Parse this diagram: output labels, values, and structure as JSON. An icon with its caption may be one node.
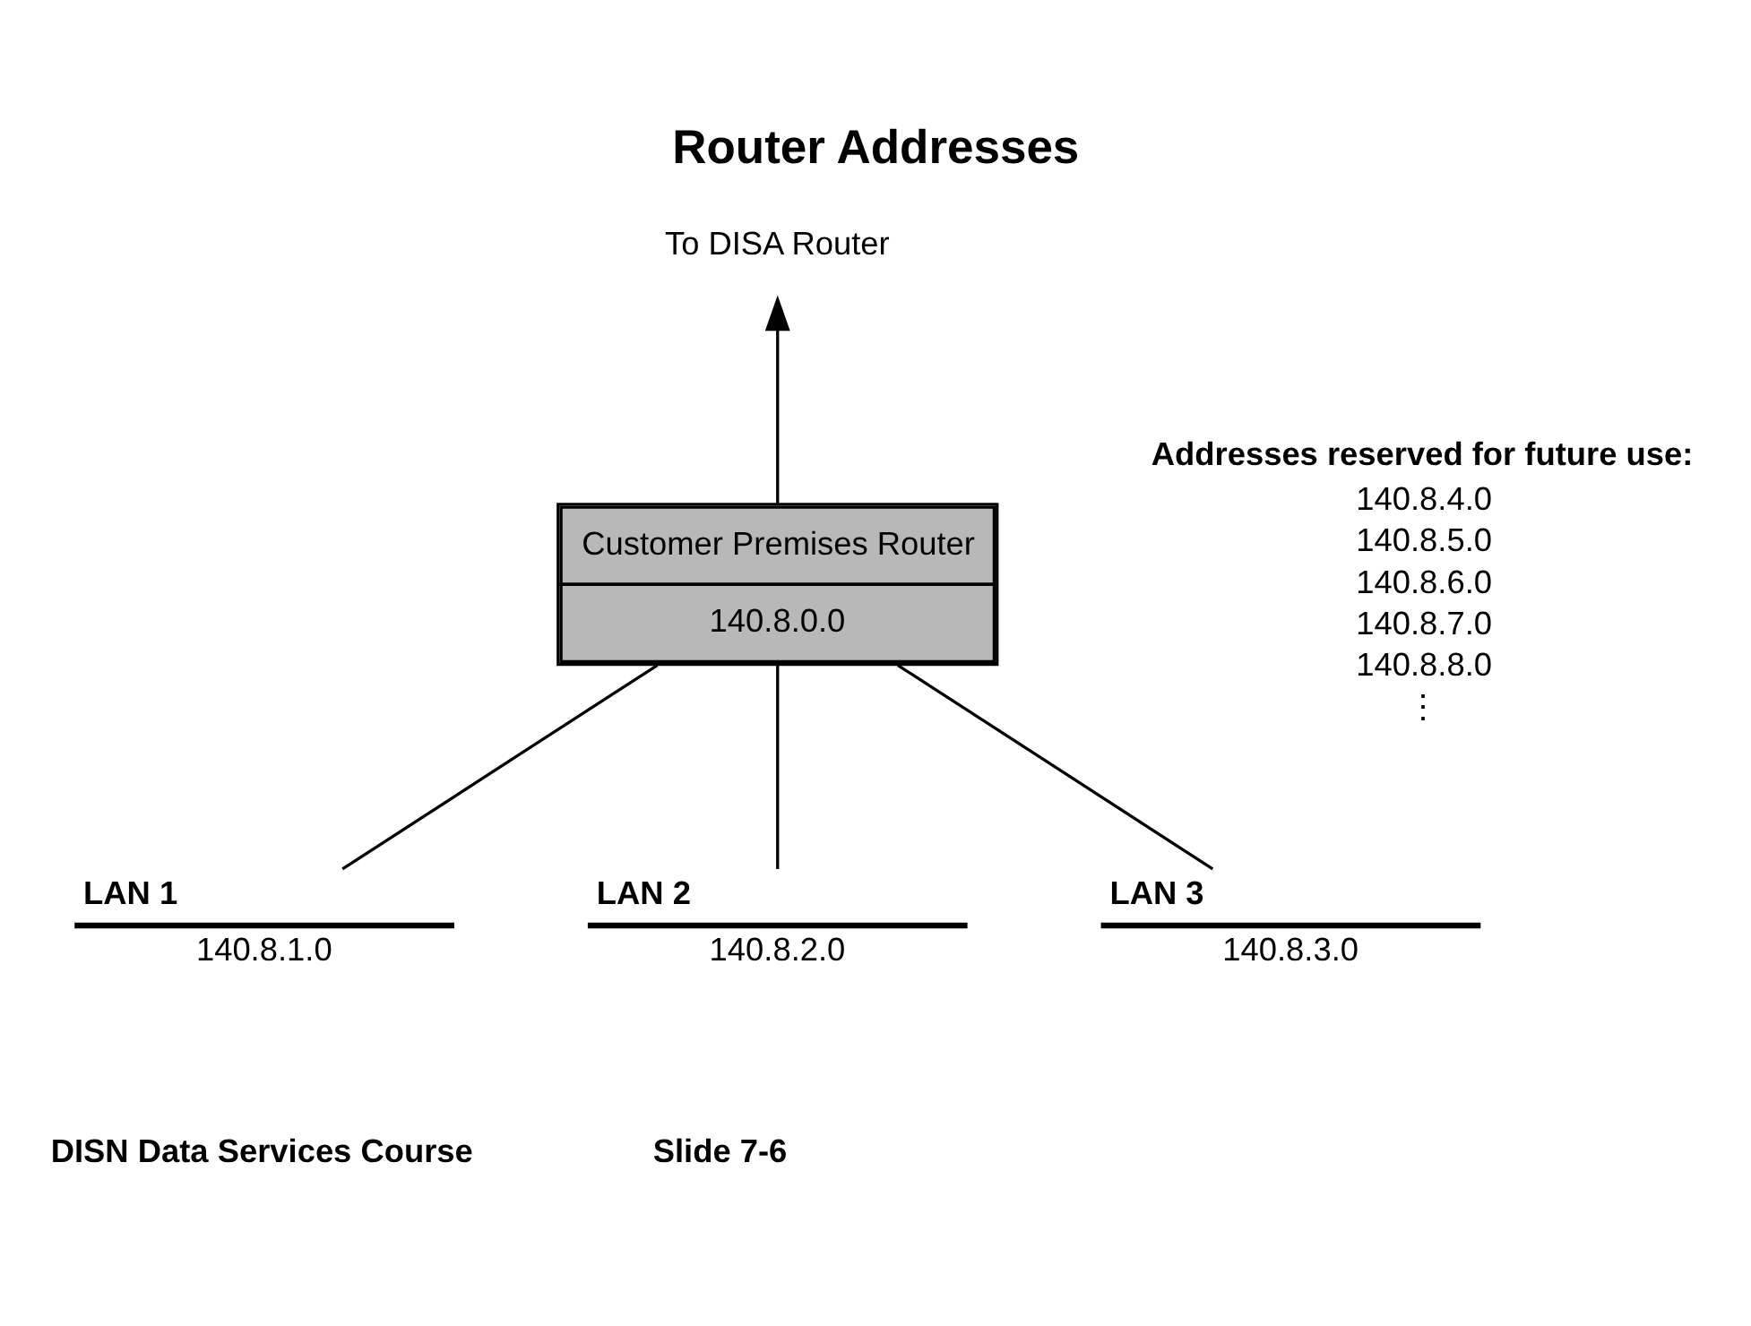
{
  "diagram": {
    "title": "Router Addresses",
    "nodes": [
      {
        "text": [
          "To DISA Router"
        ]
      },
      {
        "text": [
          "Customer Premises Router",
          "140.8.0.0"
        ]
      },
      {
        "text": [
          "LAN 1",
          "140.8.1.0"
        ]
      },
      {
        "text": [
          "LAN 2",
          "140.8.2.0"
        ]
      },
      {
        "text": [
          "LAN 3",
          "140.8.3.0"
        ]
      }
    ],
    "edges": [
      {
        "from": 1,
        "to": 0,
        "arrow": "to"
      },
      {
        "from": 1,
        "to": 2,
        "arrow": "none"
      },
      {
        "from": 1,
        "to": 3,
        "arrow": "none"
      },
      {
        "from": 1,
        "to": 4,
        "arrow": "none"
      }
    ],
    "labels": [
      "Addresses reserved for future use:",
      "140.8.4.0",
      "140.8.5.0",
      "140.8.6.0",
      "140.8.7.0",
      "140.8.8.0",
      "⋮",
      "DISN Data Services Course",
      "Slide 7-6"
    ]
  }
}
